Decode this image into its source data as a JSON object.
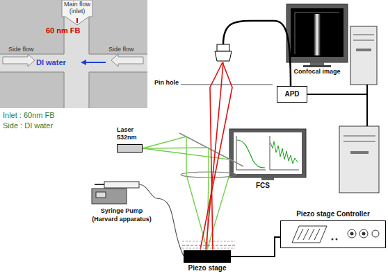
{
  "diagram": {
    "nodes": [
      {
        "text": [
          "Confocal image"
        ]
      },
      {
        "text": [
          "APD"
        ]
      },
      {
        "text": [
          "Laser 532nm"
        ]
      },
      {
        "text": [
          "FCS"
        ]
      },
      {
        "text": [
          "Syringe Pump (Harvard apparatus)"
        ]
      },
      {
        "text": [
          "Piezo stage Controller"
        ]
      },
      {
        "text": [
          "Piezo stage"
        ]
      }
    ],
    "edges": [
      {
        "from": 1,
        "to": 0,
        "arrow": "none"
      },
      {
        "from": 1,
        "to": 3,
        "arrow": "none"
      },
      {
        "from": 4,
        "to": 6,
        "arrow": "none"
      },
      {
        "from": 6,
        "to": 5,
        "arrow": "none"
      }
    ],
    "labels": [
      "Main flow (inlet)",
      "60 nm FB",
      "Side flow",
      "DI water",
      "Side flow",
      "Inlet : 60nm FB",
      "Side : DI water",
      "Pin hole"
    ]
  }
}
